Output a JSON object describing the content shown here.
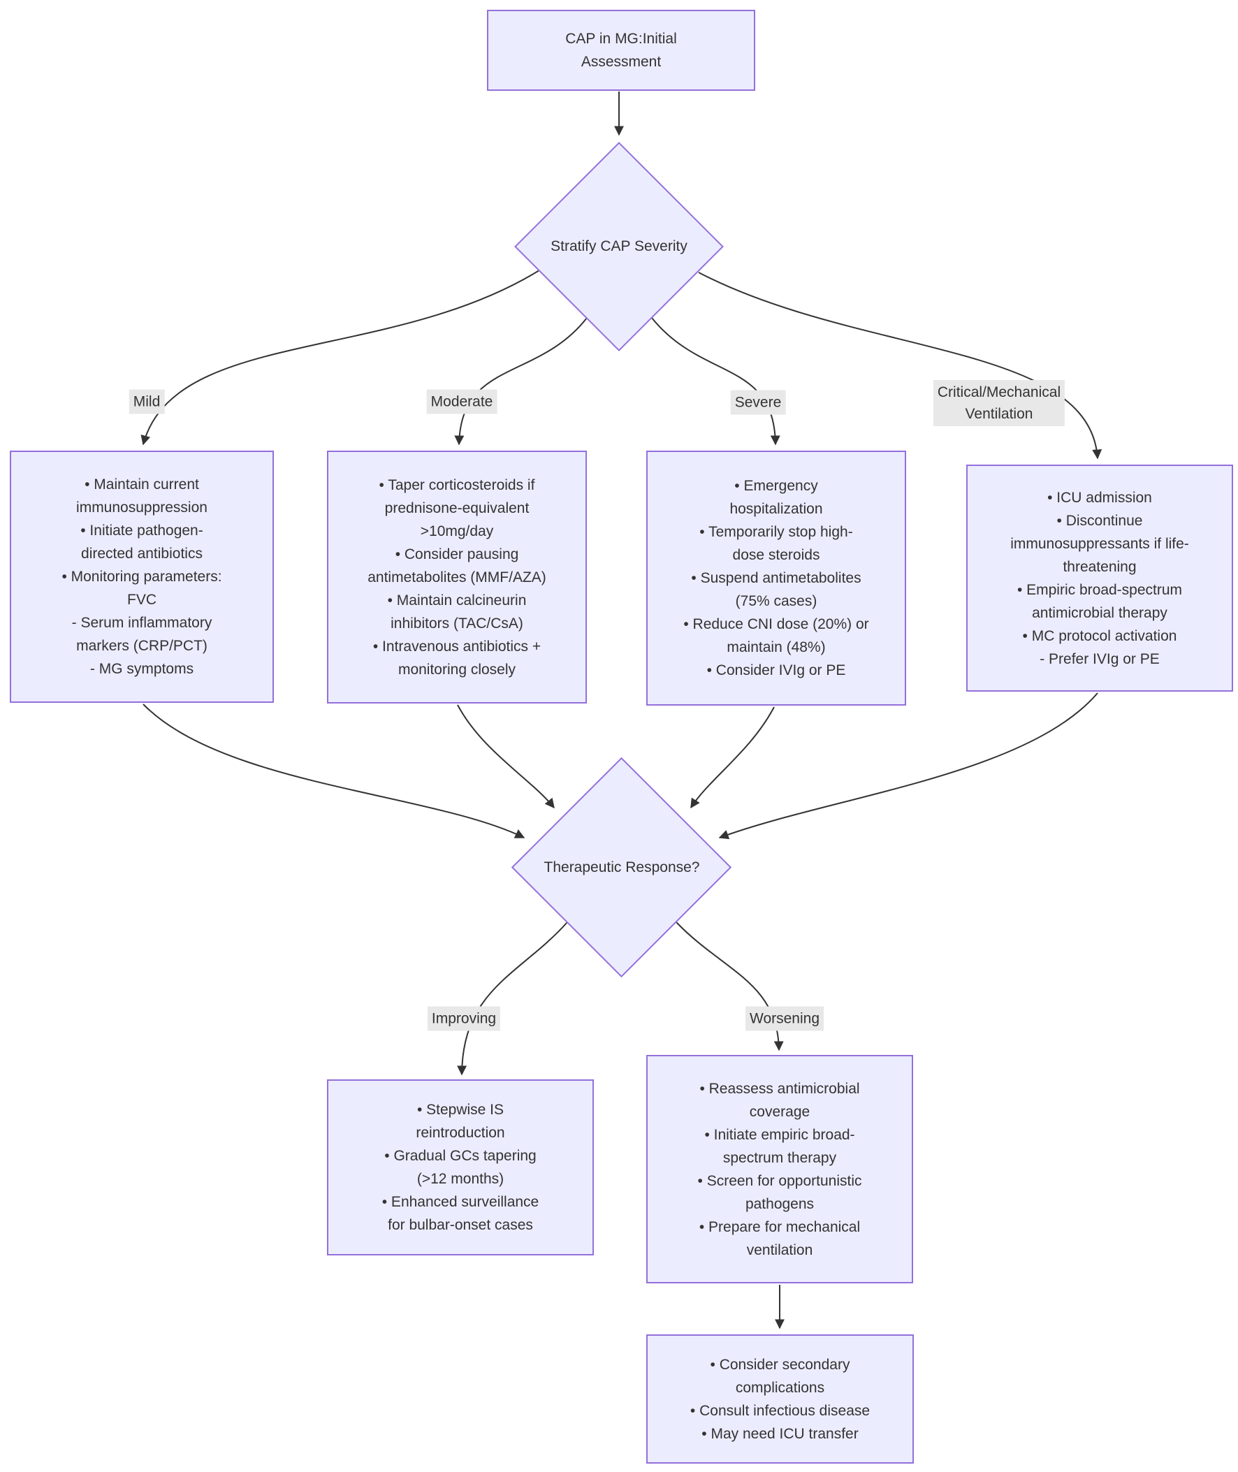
{
  "diagram": {
    "title": "CAP in MG flowchart",
    "colors": {
      "node_fill": "#ECECFF",
      "node_border": "#9370DB",
      "edge_label_bg": "#e8e8e8",
      "text": "#333333",
      "line": "#333333",
      "background": "#ffffff"
    },
    "nodes": {
      "start": {
        "text": "CAP in MG:Initial\nAssessment"
      },
      "severity_decision": {
        "text": "Stratify CAP Severity"
      },
      "mild": {
        "text": "• Maintain current\nimmunosuppression\n• Initiate pathogen-\ndirected antibiotics\n• Monitoring parameters:\nFVC\n- Serum inflammatory\nmarkers (CRP/PCT)\n- MG symptoms"
      },
      "moderate": {
        "text": "• Taper corticosteroids if\nprednisone-equivalent\n>10mg/day\n• Consider pausing\nantimetabolites (MMF/AZA)\n• Maintain calcineurin\ninhibitors (TAC/CsA)\n• Intravenous antibiotics +\nmonitoring closely"
      },
      "severe": {
        "text": "• Emergency\nhospitalization\n• Temporarily stop high-\ndose steroids\n• Suspend antimetabolites\n(75% cases)\n• Reduce CNI dose (20%) or\nmaintain (48%)\n• Consider IVIg or PE"
      },
      "critical": {
        "text": "• ICU admission\n• Discontinue\nimmunosuppressants if life-\nthreatening\n• Empiric broad-spectrum\nantimicrobial therapy\n• MC protocol activation\n- Prefer IVIg or PE"
      },
      "response_decision": {
        "text": "Therapeutic Response?"
      },
      "improving": {
        "text": "• Stepwise IS\nreintroduction\n• Gradual GCs tapering\n(>12 months)\n• Enhanced surveillance\nfor bulbar-onset cases"
      },
      "worsening": {
        "text": "• Reassess antimicrobial\ncoverage\n• Initiate empiric broad-\nspectrum therapy\n• Screen for opportunistic\npathogens\n• Prepare for mechanical\nventilation"
      },
      "escalation": {
        "text": "• Consider secondary\ncomplications\n• Consult infectious disease\n• May need ICU transfer"
      }
    },
    "edge_labels": {
      "mild": "Mild",
      "moderate": "Moderate",
      "severe": "Severe",
      "critical": "Critical/Mechanical\nVentilation",
      "improving": "Improving",
      "worsening": "Worsening"
    }
  }
}
